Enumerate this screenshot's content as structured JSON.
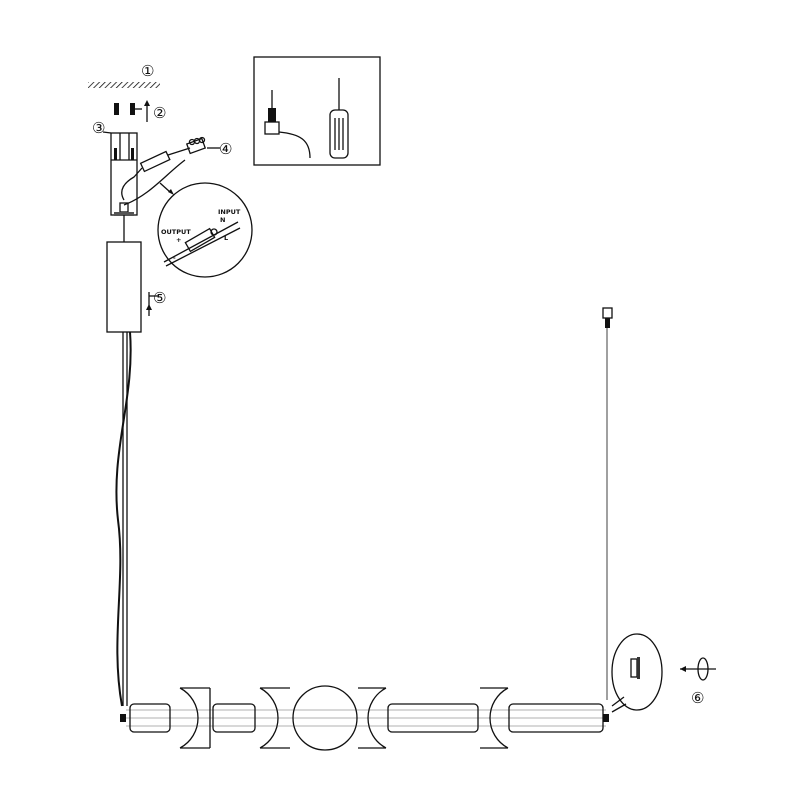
{
  "callouts": {
    "c1": "①",
    "c2": "②",
    "c3": "③",
    "c4": "④",
    "c5": "⑤",
    "c6": "⑥"
  },
  "wiring_detail": {
    "output": "OUTPUT",
    "plus": "+",
    "minus": "-",
    "input": "INPUT",
    "n": "N",
    "l": "L"
  },
  "tools": [
    "drill-icon",
    "screwdriver-icon"
  ]
}
